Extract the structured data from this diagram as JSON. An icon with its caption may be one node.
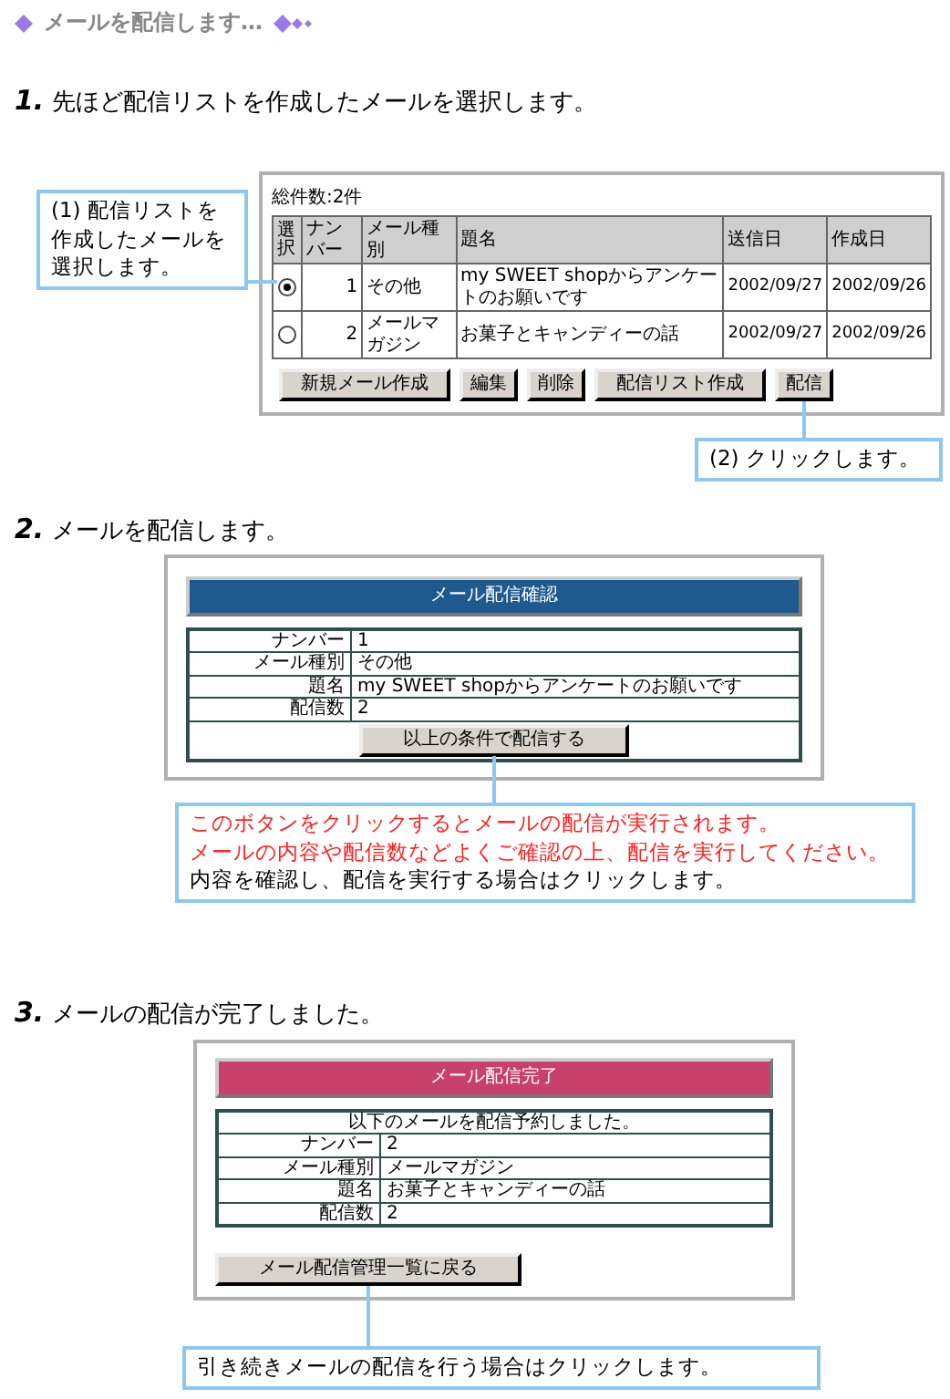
{
  "diagram": {
    "title": "メールを配信します…",
    "nodes": [
      {
        "text": [
          "(1) 配信リストを作成したメールを選択します。"
        ]
      },
      {
        "text": [],
        "shape": "circle"
      },
      {
        "text": [
          "新規メール作成"
        ]
      },
      {
        "text": [
          "編集"
        ]
      },
      {
        "text": [
          "削除"
        ]
      },
      {
        "text": [
          "配信リスト作成"
        ]
      },
      {
        "text": [
          "配信"
        ]
      },
      {
        "text": [
          "(2) クリックします。"
        ]
      },
      {
        "text": [
          "以上の条件で配信する"
        ]
      },
      {
        "text": [
          "このボタンをクリックするとメールの配信が実行されます。",
          "メールの内容や配信数などよくご確認の上、配信を実行してください。",
          "内容を確認し、配信を実行する場合はクリックします。"
        ]
      },
      {
        "text": [
          "メール配信管理一覧に戻る"
        ]
      },
      {
        "text": [
          "引き続きメールの配信を行う場合はクリックします。"
        ]
      }
    ],
    "edges": [
      {
        "from": 0,
        "to": 1,
        "arrow": "none"
      },
      {
        "from": 7,
        "to": 6,
        "arrow": "none"
      },
      {
        "from": 9,
        "to": 8,
        "arrow": "none"
      },
      {
        "from": 11,
        "to": 10,
        "arrow": "none"
      }
    ],
    "labels": [
      "**1.** 先ほど配信リストを作成したメールを選択します。",
      "総件数:2件",
      "選択",
      "ナンバー",
      "メール種別",
      "題名",
      "送信日",
      "作成日",
      "1",
      "その他",
      "my SWEET shopからアンケートのお願いです",
      "2002/09/27",
      "2002/09/26",
      "2",
      "メールマガジン",
      "お菓子とキャンディーの話",
      "2002/09/27",
      "2002/09/26",
      "**2.** メールを配信します。",
      "メール配信確認",
      "ナンバー",
      "1",
      "メール種別",
      "その他",
      "題名",
      "my SWEET shopからアンケートのお願いです",
      "配信数",
      "2",
      "**3.** メールの配信が完了しました。",
      "メール配信完了",
      "以下のメールを配信予約しました。",
      "ナンバー",
      "2",
      "メール種別",
      "メールマガジン",
      "題名",
      "お菓子とキャンディーの話",
      "配信数",
      "2"
    ]
  }
}
